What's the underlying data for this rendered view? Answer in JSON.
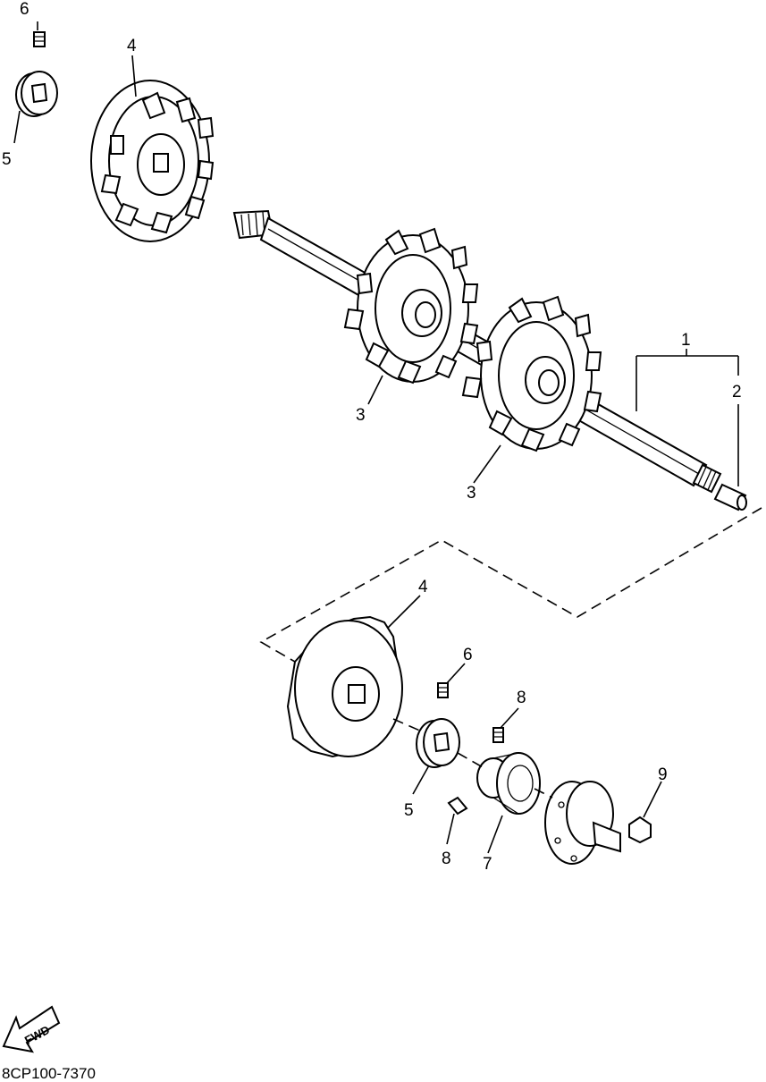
{
  "callouts": {
    "c1": "1",
    "c2": "2",
    "c3a": "3",
    "c3b": "3",
    "c4a": "4",
    "c4b": "4",
    "c5a": "5",
    "c5b": "5",
    "c6a": "6",
    "c6b": "6",
    "c7": "7",
    "c8a": "8",
    "c8b": "8",
    "c9": "9"
  },
  "fwd_label": "FWD",
  "diagram_code": "8CP100-7370"
}
